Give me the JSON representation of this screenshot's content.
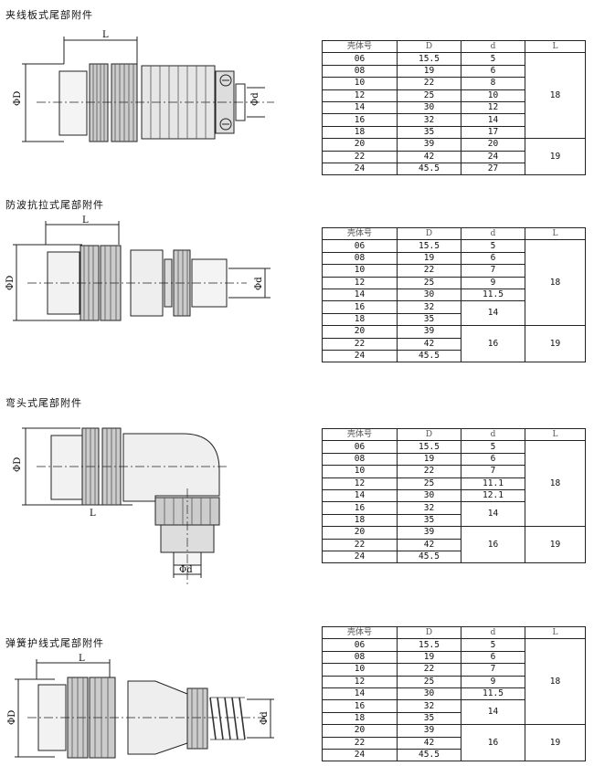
{
  "sections": [
    {
      "title": "夹线板式尾部附件",
      "dim_labels": {
        "L": "L",
        "D": "ΦD",
        "d": "Φd"
      },
      "headers": [
        "壳体号",
        "D",
        "d",
        "L"
      ],
      "rows": [
        [
          "06",
          "15.5",
          "5"
        ],
        [
          "08",
          "19",
          "6"
        ],
        [
          "10",
          "22",
          "8"
        ],
        [
          "12",
          "25",
          "10"
        ],
        [
          "14",
          "30",
          "12"
        ],
        [
          "16",
          "32",
          "14"
        ],
        [
          "18",
          "35",
          "17"
        ],
        [
          "20",
          "39",
          "20"
        ],
        [
          "22",
          "42",
          "24"
        ],
        [
          "24",
          "45.5",
          "27"
        ]
      ],
      "L_groups": [
        "18",
        "19"
      ]
    },
    {
      "title": "防波抗拉式尾部附件",
      "dim_labels": {
        "L": "L",
        "D": "ΦD",
        "d": "Φd"
      },
      "headers": [
        "壳体号",
        "D",
        "d",
        "L"
      ],
      "rows": [
        [
          "06",
          "15.5",
          "5"
        ],
        [
          "08",
          "19",
          "6"
        ],
        [
          "10",
          "22",
          "7"
        ],
        [
          "12",
          "25",
          "9"
        ],
        [
          "14",
          "30",
          "11.5"
        ],
        [
          "16",
          "32",
          ""
        ],
        [
          "18",
          "35",
          ""
        ],
        [
          "20",
          "39",
          ""
        ],
        [
          "22",
          "42",
          ""
        ],
        [
          "24",
          "45.5",
          ""
        ]
      ],
      "d_groups": [
        "14",
        "16"
      ],
      "L_groups": [
        "18",
        "19"
      ]
    },
    {
      "title": "弯头式尾部附件",
      "dim_labels": {
        "L": "L",
        "D": "ΦD",
        "d": "Φd"
      },
      "headers": [
        "壳体号",
        "D",
        "d",
        "L"
      ],
      "rows": [
        [
          "06",
          "15.5",
          "5"
        ],
        [
          "08",
          "19",
          "6"
        ],
        [
          "10",
          "22",
          "7"
        ],
        [
          "12",
          "25",
          "11.1"
        ],
        [
          "14",
          "30",
          "12.1"
        ],
        [
          "16",
          "32",
          ""
        ],
        [
          "18",
          "35",
          ""
        ],
        [
          "20",
          "39",
          ""
        ],
        [
          "22",
          "42",
          ""
        ],
        [
          "24",
          "45.5",
          ""
        ]
      ],
      "d_groups": [
        "14",
        "16"
      ],
      "L_groups": [
        "18",
        "19"
      ]
    },
    {
      "title": "弹簧护线式尾部附件",
      "dim_labels": {
        "L": "L",
        "D": "ΦD",
        "d": "Φd"
      },
      "headers": [
        "壳体号",
        "D",
        "d",
        "L"
      ],
      "rows": [
        [
          "06",
          "15.5",
          "5"
        ],
        [
          "08",
          "19",
          "6"
        ],
        [
          "10",
          "22",
          "7"
        ],
        [
          "12",
          "25",
          "9"
        ],
        [
          "14",
          "30",
          "11.5"
        ],
        [
          "16",
          "32",
          ""
        ],
        [
          "18",
          "35",
          ""
        ],
        [
          "20",
          "39",
          ""
        ],
        [
          "22",
          "42",
          ""
        ],
        [
          "24",
          "45.5",
          ""
        ]
      ],
      "d_groups": [
        "14",
        "16"
      ],
      "L_groups": [
        "18",
        "19"
      ]
    }
  ]
}
